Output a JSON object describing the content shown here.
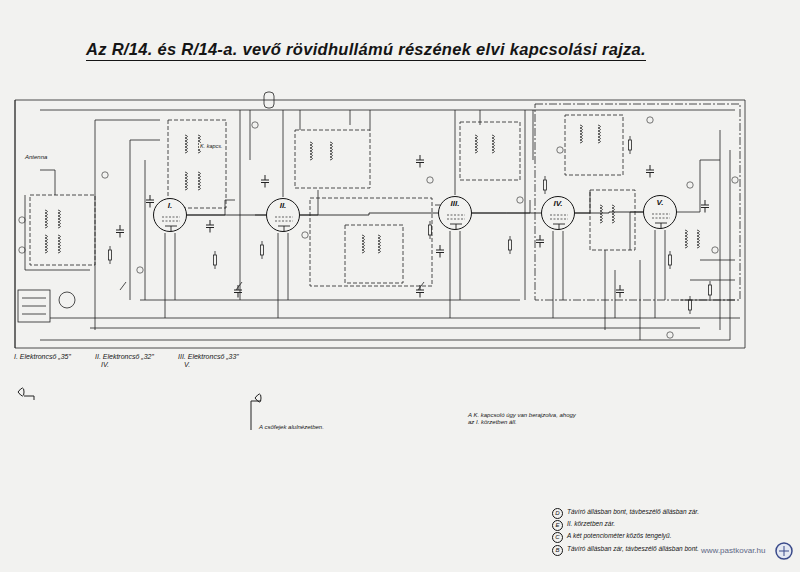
{
  "diagram": {
    "title": "Az R/14. és R/14-a. vevő rövidhullámú részének elvi kapcsolási rajza.",
    "nodes": [
      {
        "text": [
          "I."
        ]
      },
      {
        "text": [
          "II."
        ]
      },
      {
        "text": [
          "III."
        ]
      },
      {
        "text": [
          "IV."
        ]
      },
      {
        "text": [
          "V."
        ]
      },
      {
        "text": [
          "I. Elektroncső „35”"
        ]
      },
      {
        "text": [
          "II. Elektroncső „32”",
          "IV."
        ]
      },
      {
        "text": [
          "III. Elektroncső „33”",
          "V."
        ]
      }
    ],
    "edges": [
      {
        "from": 0,
        "to": 1,
        "arrow": "none"
      },
      {
        "from": 1,
        "to": 2,
        "arrow": "none"
      },
      {
        "from": 2,
        "to": 3,
        "arrow": "none"
      },
      {
        "from": 3,
        "to": 4,
        "arrow": "none"
      }
    ],
    "labels": [
      "Antenna",
      "K. kapcs.",
      "A K. kapcsoló úgy van berajzolva, ahogy az I. körzetben áll.",
      "A csőfejek alulnézetben.",
      "D",
      "Távíró állásban bont, távbeszélő állásban zár.",
      "E",
      "II. körzetben zár.",
      "C",
      "A két potenciométer közös tengelyű.",
      "B",
      "Távíró állásban zár, távbeszélő állásban bont.",
      "www.pastkovar.hu"
    ]
  }
}
